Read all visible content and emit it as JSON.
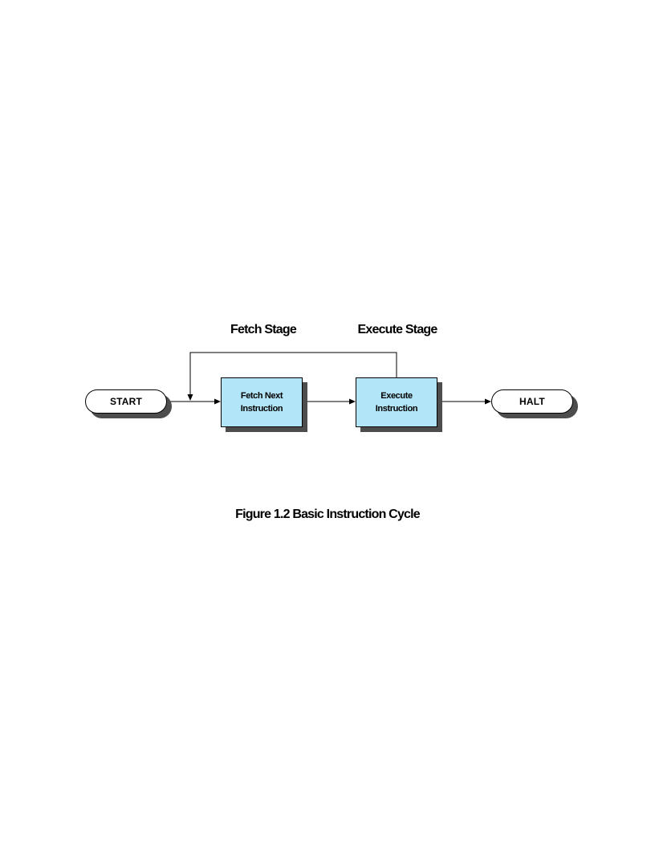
{
  "diagram": {
    "stages": {
      "fetch": "Fetch Stage",
      "execute": "Execute Stage"
    },
    "nodes": {
      "start": "START",
      "fetch_line1": "Fetch Next",
      "fetch_line2": "Instruction",
      "execute_line1": "Execute",
      "execute_line2": "Instruction",
      "halt": "HALT"
    },
    "colors": {
      "process_fill": "#b3e5f8",
      "shadow": "#4d4d4d",
      "line": "#000000"
    }
  },
  "caption": "Figure 1.2  Basic Instruction Cycle"
}
